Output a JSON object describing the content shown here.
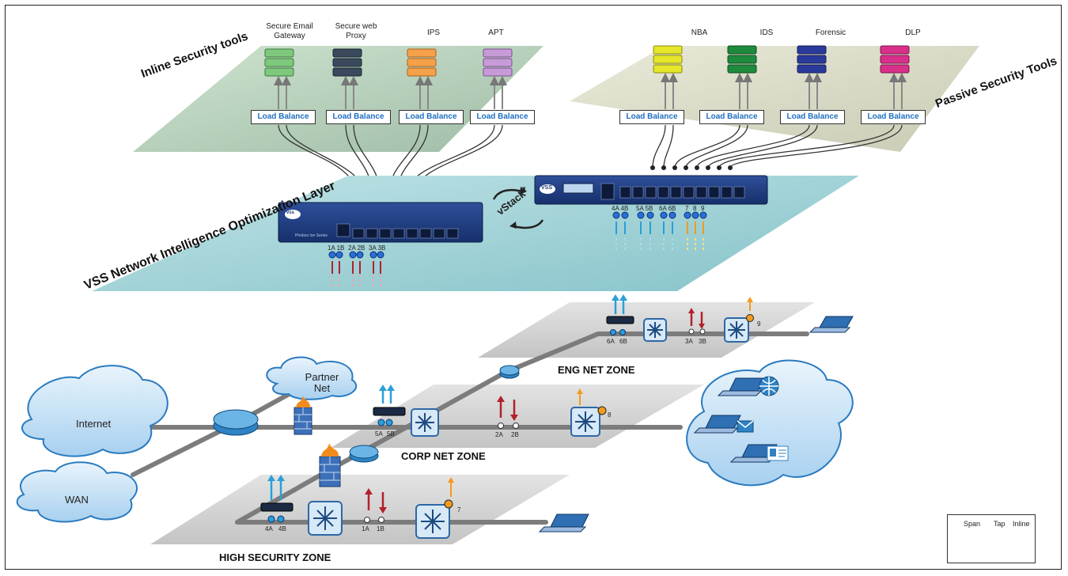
{
  "inline_plane": {
    "title": "Inline Security tools",
    "tools": [
      {
        "name": "Secure Email Gateway",
        "color": "#7fc97f"
      },
      {
        "name": "Secure web Proxy",
        "color": "#3a4a5c"
      },
      {
        "name": "IPS",
        "color": "#f5a14a"
      },
      {
        "name": "APT",
        "color": "#c79bd8"
      }
    ],
    "lb_label": "Load Balance"
  },
  "passive_plane": {
    "title": "Passive Security Tools",
    "tools": [
      {
        "name": "NBA",
        "color": "#e6e62a"
      },
      {
        "name": "IDS",
        "color": "#1e8a3c"
      },
      {
        "name": "Forensic",
        "color": "#2a3a9a"
      },
      {
        "name": "DLP",
        "color": "#d8308a"
      }
    ],
    "lb_label": "Load Balance"
  },
  "optimization_layer": {
    "title": "VSS Network Intelligence Optimization Layer",
    "vstack": "vStack",
    "vstack_plus": "+",
    "left_device_logo": "vss",
    "left_device_caption": "Phobos Ion Series",
    "right_device_logo": "VSS",
    "left_ports": [
      "1A 1B",
      "2A 2B",
      "3A 3B"
    ],
    "right_ports": [
      "4A 4B",
      "5A 5B",
      "6A 6B",
      "7",
      "8",
      "9"
    ]
  },
  "zones": {
    "eng": {
      "title": "ENG NET ZONE",
      "ports": [
        "6A",
        "6B",
        "3A",
        "3B",
        "9"
      ]
    },
    "corp": {
      "title": "CORP NET ZONE",
      "ports": [
        "5A",
        "5B",
        "2A",
        "2B",
        "8"
      ]
    },
    "high": {
      "title": "HIGH SECURITY ZONE",
      "ports": [
        "4A",
        "4B",
        "1A",
        "1B",
        "7"
      ]
    }
  },
  "clouds": {
    "internet": "Internet",
    "wan": "WAN",
    "partner": "Partner Net"
  },
  "legend": {
    "span": "Span",
    "tap": "Tap",
    "inline": "Inline",
    "span_color": "#f39a1e",
    "tap_color": "#2a9fd8",
    "inline_color": "#b3202a"
  }
}
